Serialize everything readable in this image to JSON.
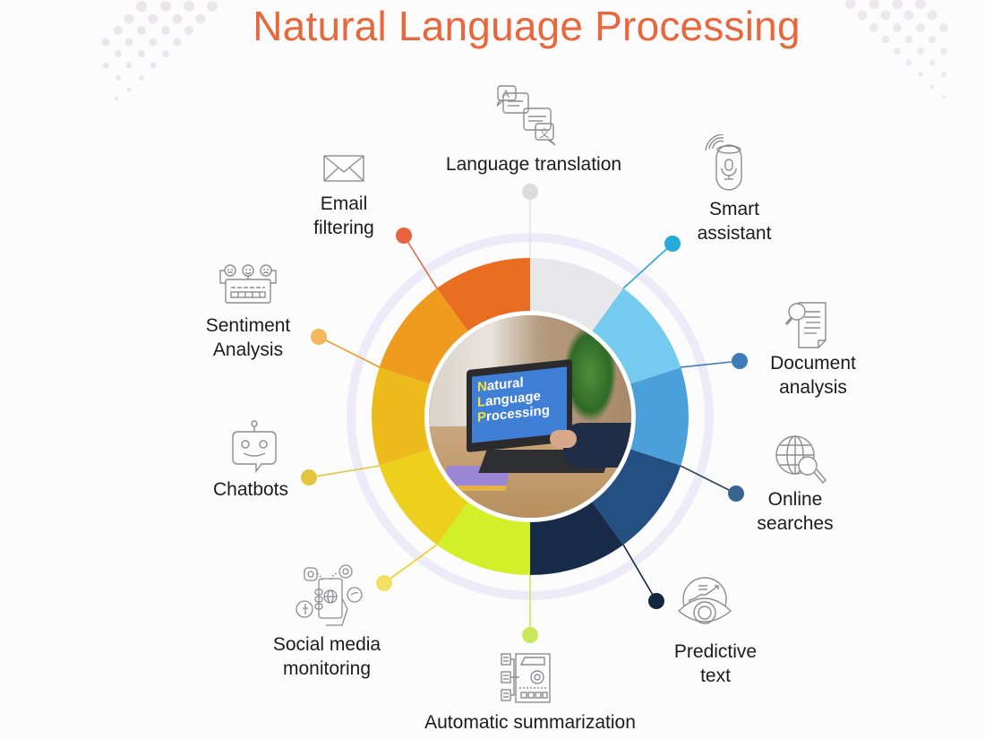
{
  "title": "Natural Language Processing",
  "center_image": {
    "screen_text": [
      "Natural",
      "Language",
      "Processing"
    ],
    "highlight_letters": [
      "N",
      "L",
      "P"
    ]
  },
  "colors": {
    "title": "#e8673c",
    "ring_halo": "#ecebf7"
  },
  "segments": [
    {
      "label": "Language translation",
      "icon": "translation-icon",
      "color": "#e8e8ea",
      "dot_color": "#dcdcdf"
    },
    {
      "label": "Smart assistant",
      "icon": "smart-speaker-icon",
      "color": "#74cbef",
      "dot_color": "#27a9d9"
    },
    {
      "label": "Document analysis",
      "icon": "document-search-icon",
      "color": "#4ba0da",
      "dot_color": "#3d7ab8"
    },
    {
      "label": "Online searches",
      "icon": "globe-search-icon",
      "color": "#234f83",
      "dot_color": "#3a6494"
    },
    {
      "label": "Predictive text",
      "icon": "eye-chart-icon",
      "color": "#182b48",
      "dot_color": "#16263f"
    },
    {
      "label": "Automatic summarization",
      "icon": "summary-board-icon",
      "color": "#d2f02a",
      "dot_color": "#c8e85a"
    },
    {
      "label": "Social media monitoring",
      "icon": "social-phone-icon",
      "color": "#ecd01d",
      "dot_color": "#f1e064"
    },
    {
      "label": "Chatbots",
      "icon": "chatbot-icon",
      "color": "#eebb1c",
      "dot_color": "#e3c540"
    },
    {
      "label": "Sentiment Analysis",
      "icon": "sentiment-icon",
      "color": "#ee9b1e",
      "dot_color": "#f4b85a"
    },
    {
      "label": "Email filtering",
      "icon": "envelope-icon",
      "color": "#e96d20",
      "dot_color": "#e8643f"
    }
  ],
  "labels": {
    "language_translation": "Language translation",
    "smart_assistant": [
      "Smart",
      "assistant"
    ],
    "document_analysis": [
      "Document",
      "analysis"
    ],
    "online_searches": [
      "Online",
      "searches"
    ],
    "predictive_text": [
      "Predictive",
      "text"
    ],
    "automatic_summarization": "Automatic summarization",
    "social_media": [
      "Social media",
      "monitoring"
    ],
    "chatbots": "Chatbots",
    "sentiment": [
      "Sentiment",
      "Analysis"
    ],
    "email": [
      "Email",
      "filtering"
    ]
  }
}
